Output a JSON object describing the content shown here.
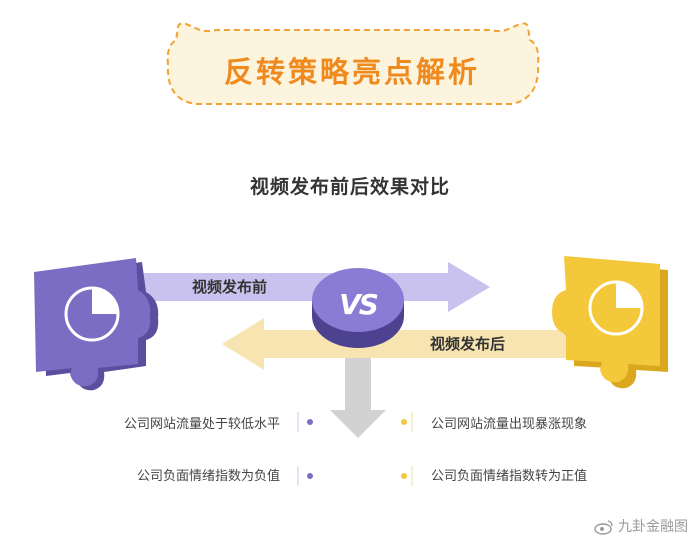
{
  "banner": {
    "title": "反转策略亮点解析"
  },
  "subtitle": "视频发布前后效果对比",
  "diagram": {
    "before_label": "视频发布前",
    "after_label": "视频发布后",
    "vs_label": "VS",
    "left_points": [
      "公司网站流量处于较低水平",
      "公司负面情绪指数为负值"
    ],
    "right_points": [
      "公司网站流量出现暴涨现象",
      "公司负面情绪指数转为正值"
    ],
    "left_icon": "pie-chart-icon",
    "right_icon": "pie-chart-icon"
  },
  "watermark": "九卦金融图",
  "colors": {
    "purple": "#7b6cc4",
    "purple_dark": "#5b4e9e",
    "purple_light": "#c9c1ee",
    "yellow": "#f3c83a",
    "yellow_dark": "#d9a81f",
    "yellow_light": "#f7e4b0",
    "orange": "#ef8a1f",
    "grey_arrow": "#d2d2d2"
  }
}
